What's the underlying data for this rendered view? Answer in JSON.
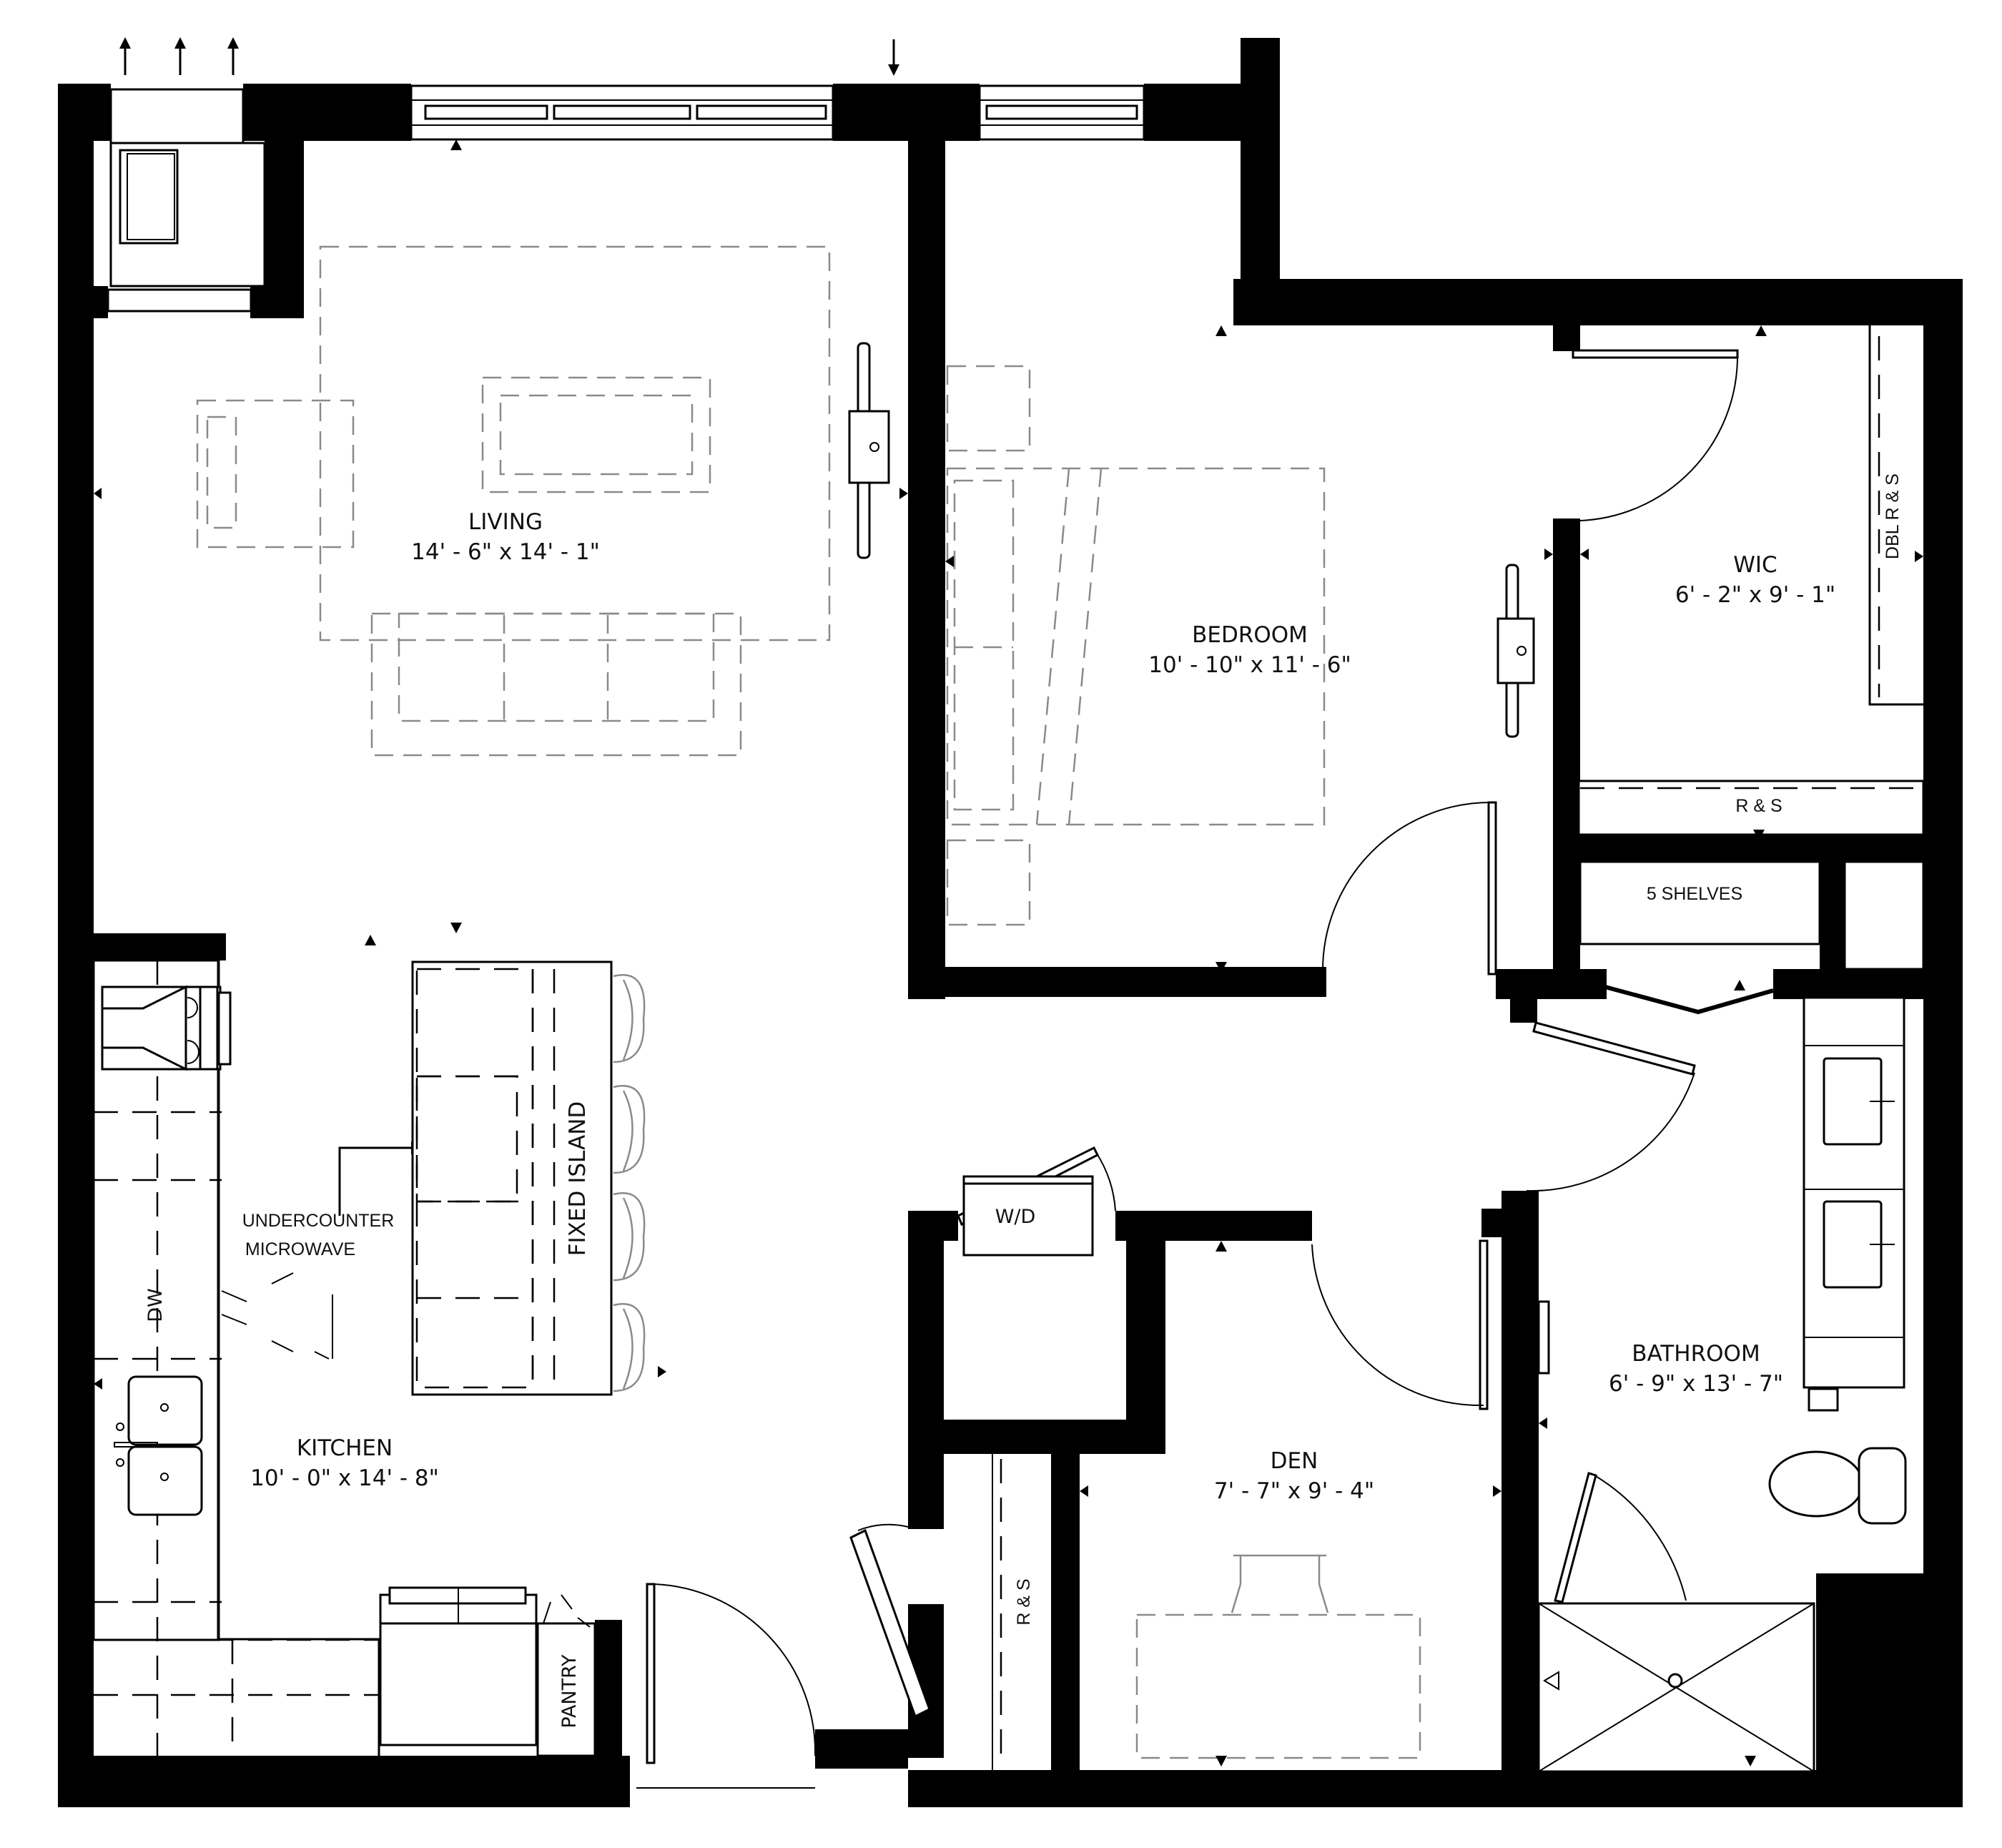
{
  "plan": {
    "rooms": [
      {
        "name": "LIVING",
        "size": "14' - 6\" x 14' - 1\""
      },
      {
        "name": "BEDROOM",
        "size": "10' - 10\" x 11' - 6\""
      },
      {
        "name": "WIC",
        "size": "6' - 2\" x 9' - 1\""
      },
      {
        "name": "KITCHEN",
        "size": "10' - 0\" x 14' - 8\""
      },
      {
        "name": "DEN",
        "size": "7' - 7\" x 9' - 4\""
      },
      {
        "name": "BATHROOM",
        "size": "6' - 9\" x 13' - 7\""
      }
    ],
    "annotations": {
      "dbl_rs": "DBL R & S",
      "wic_rs": "R & S",
      "shelves": "5  SHELVES",
      "fixed_island": "FIXED ISLAND",
      "microwave_line1": "UNDERCOUNTER",
      "microwave_line2": "MICROWAVE",
      "dishwasher": "DW",
      "washer_dryer": "W/D",
      "hall_rs": "R & S",
      "pantry": "PANTRY"
    },
    "colors": {
      "wall": "#000000",
      "furniture_dash": "#8a8a8a",
      "background": "#ffffff"
    }
  }
}
